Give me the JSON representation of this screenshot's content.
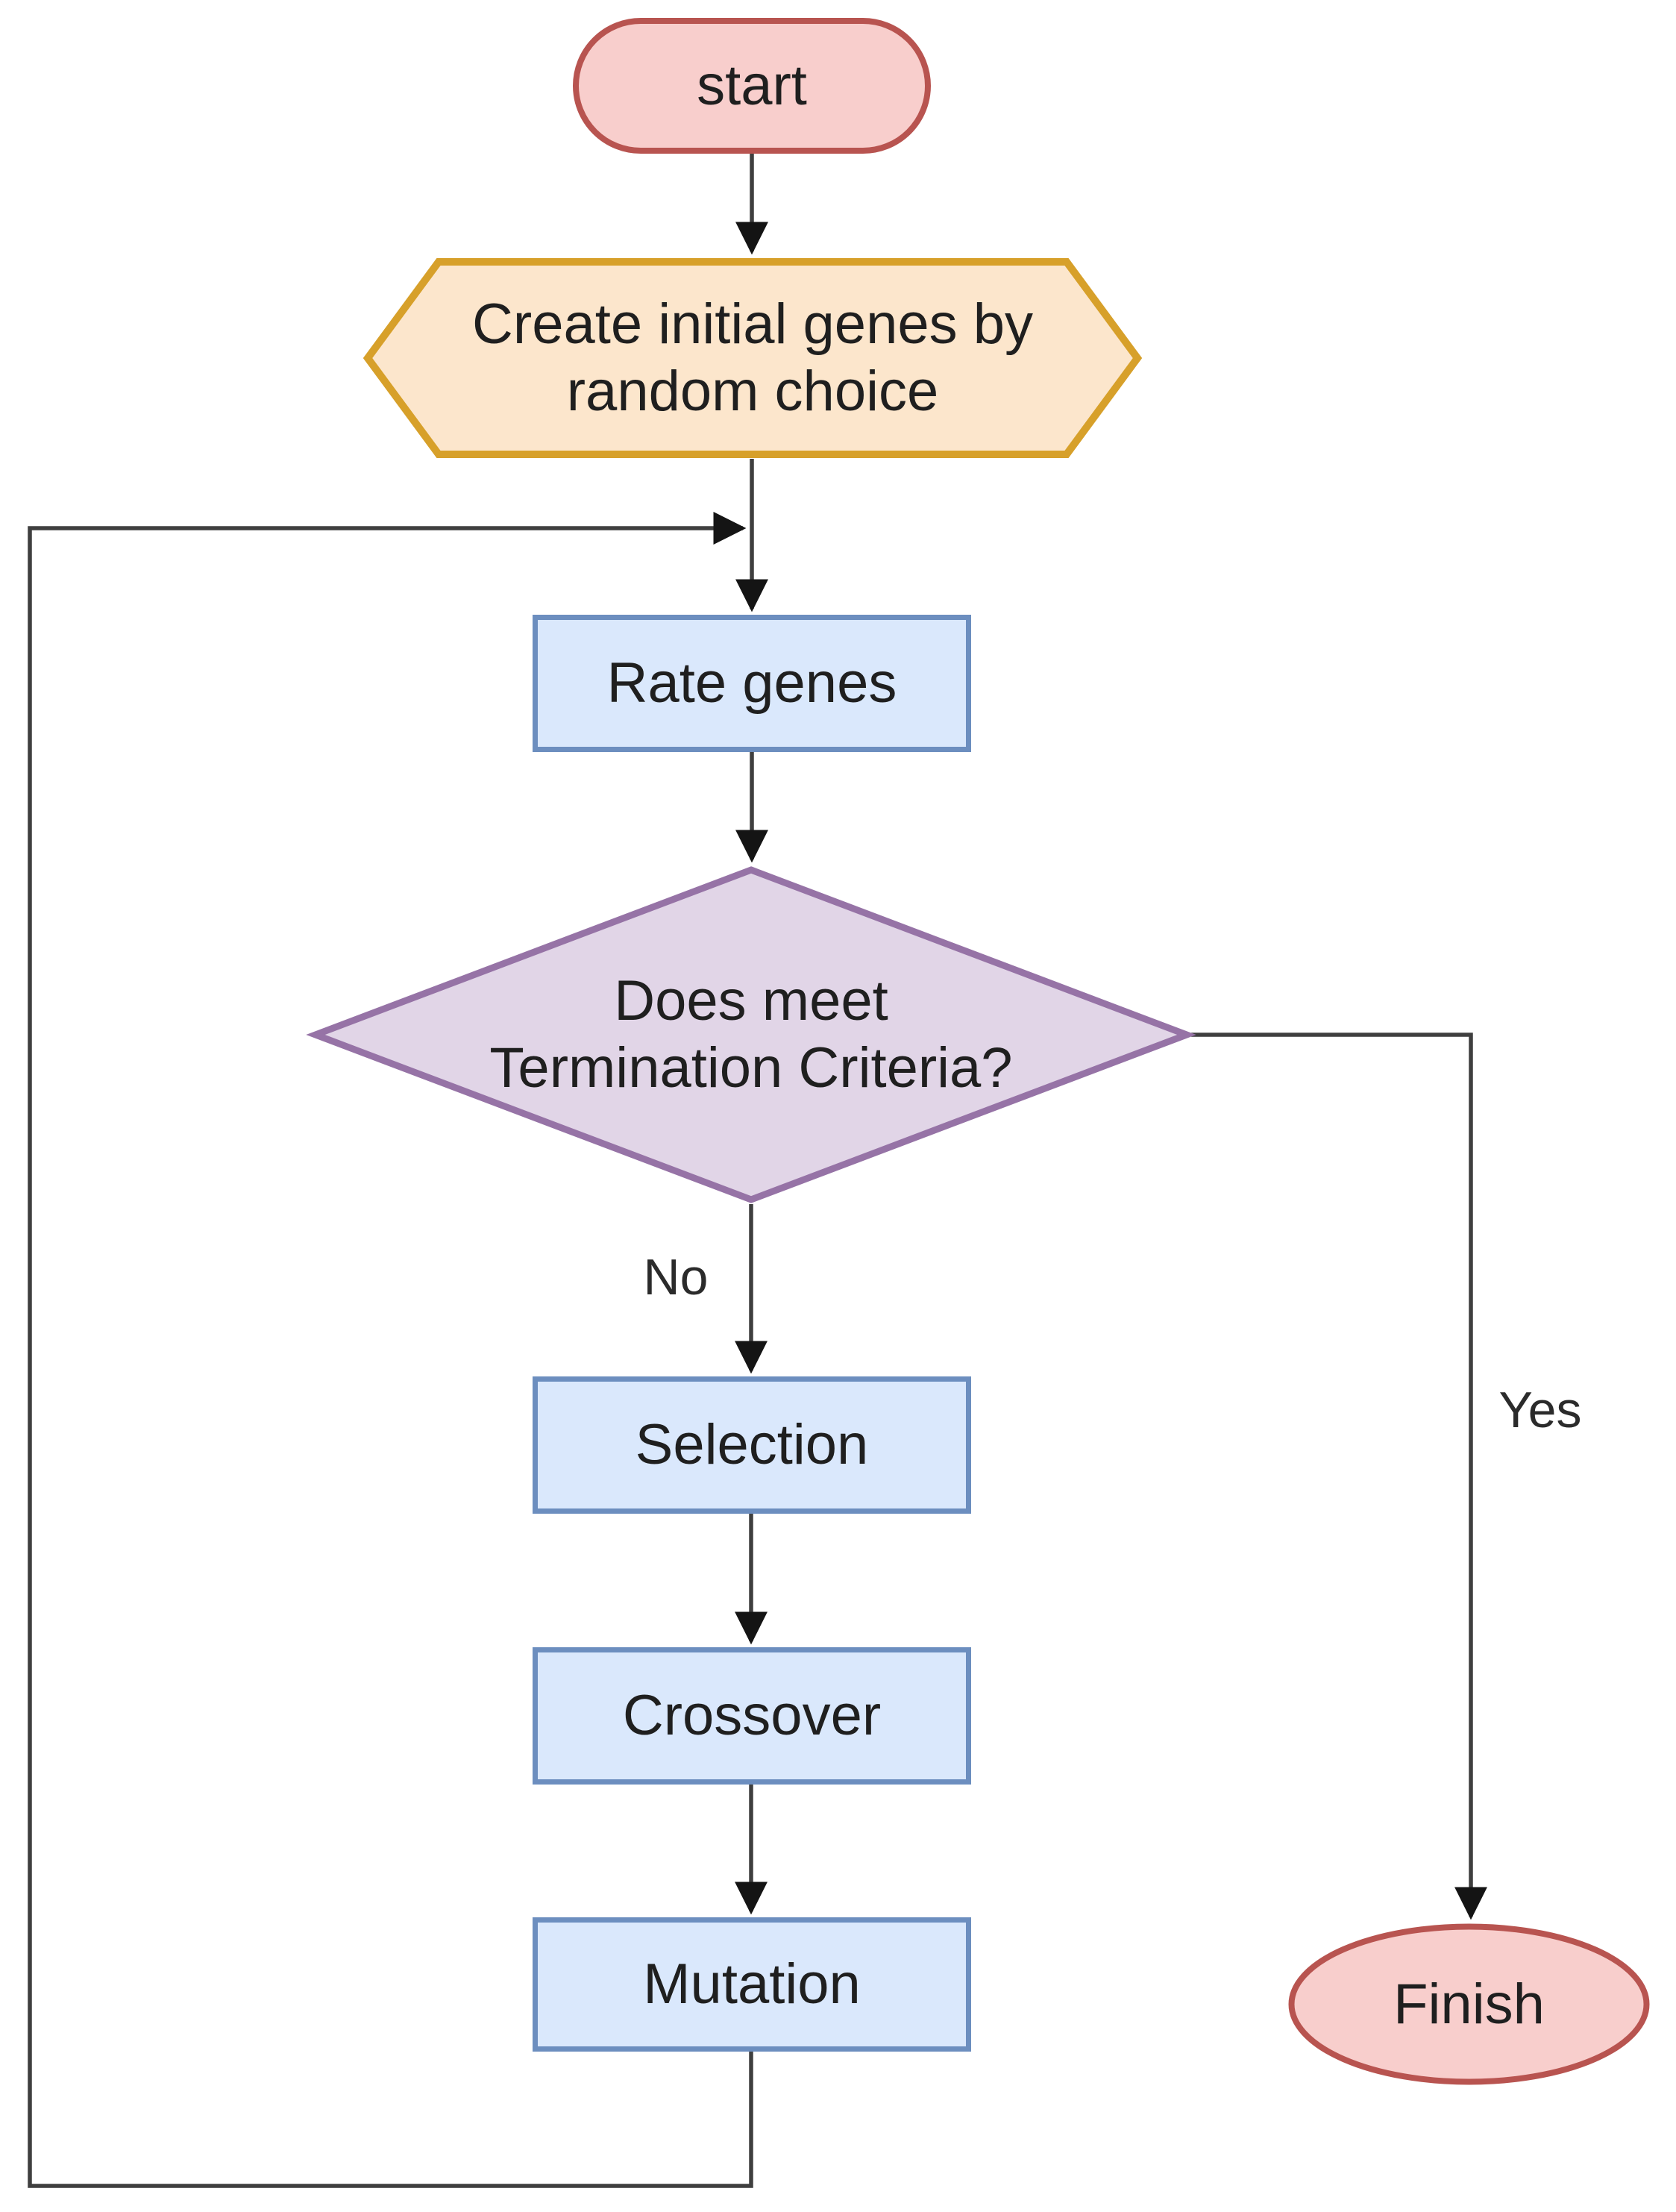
{
  "diagram": {
    "type": "flowchart",
    "nodes": {
      "start": {
        "label": "start",
        "shape": "terminator"
      },
      "create": {
        "label": "Create initial genes by random choice",
        "shape": "hexagon"
      },
      "rate": {
        "label": "Rate genes",
        "shape": "process"
      },
      "decision": {
        "label": "Does meet Termination Criteria?",
        "shape": "decision"
      },
      "selection": {
        "label": "Selection",
        "shape": "process"
      },
      "crossover": {
        "label": "Crossover",
        "shape": "process"
      },
      "mutation": {
        "label": "Mutation",
        "shape": "process"
      },
      "finish": {
        "label": "Finish",
        "shape": "terminator"
      }
    },
    "edge_labels": {
      "no": "No",
      "yes": "Yes"
    },
    "colors": {
      "terminator": {
        "fill": "#f8cecc",
        "stroke": "#b85450"
      },
      "hexagon": {
        "fill": "#fce6cc",
        "stroke": "#d7a02a"
      },
      "process": {
        "fill": "#dae8fc",
        "stroke": "#6c8ebf"
      },
      "decision": {
        "fill": "#e1d5e7",
        "stroke": "#9673a6"
      },
      "edge": "#3f3f3f",
      "arrowhead": "#141414",
      "text": "#1f1f1f"
    }
  }
}
